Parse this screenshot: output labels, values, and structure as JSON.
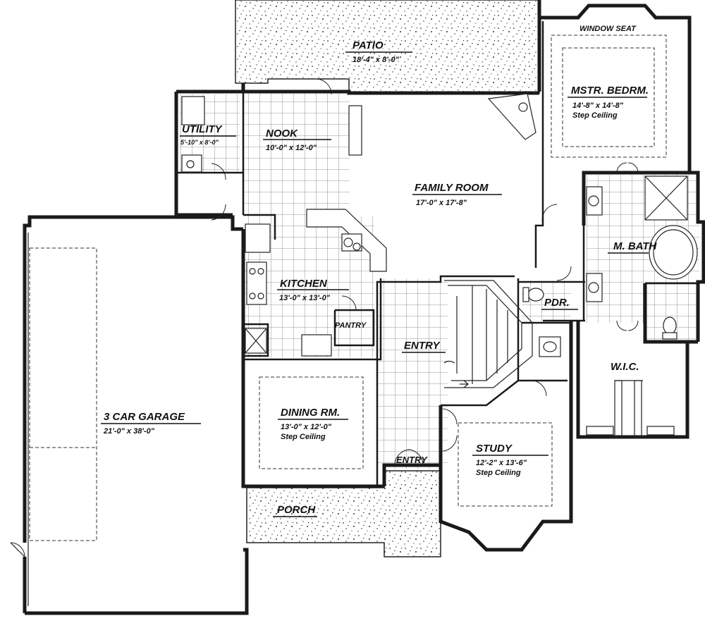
{
  "rooms": {
    "patio": {
      "name": "PATIO",
      "size": "18'-4\" x 8'-0\""
    },
    "mstr_bedrm": {
      "name": "MSTR. BEDRM.",
      "size": "14'-8\" x 14'-8\"",
      "note": "Step Ceiling"
    },
    "window_seat": {
      "name": "WINDOW SEAT"
    },
    "utility": {
      "name": "UTILITY",
      "size": "5'-10\" x 8'-0\""
    },
    "nook": {
      "name": "NOOK",
      "size": "10'-0\" x 12'-0\""
    },
    "family_room": {
      "name": "FAMILY ROOM",
      "size": "17'-0\" x 17'-8\""
    },
    "m_bath": {
      "name": "M. BATH"
    },
    "kitchen": {
      "name": "KITCHEN",
      "size": "13'-0\" x 13'-0\""
    },
    "pdr": {
      "name": "PDR."
    },
    "pantry": {
      "name": "PANTRY"
    },
    "entry_top": {
      "name": "ENTRY"
    },
    "wic": {
      "name": "W.I.C."
    },
    "garage": {
      "name": "3 CAR GARAGE",
      "size": "21'-0\" x 38'-0\""
    },
    "dining": {
      "name": "DINING RM.",
      "size": "13'-0\" x 12'-0\"",
      "note": "Step Ceiling"
    },
    "study": {
      "name": "STUDY",
      "size": "12'-2\" x 13'-6\"",
      "note": "Step Ceiling"
    },
    "entry_bottom": {
      "name": "ENTRY"
    },
    "porch": {
      "name": "PORCH"
    }
  }
}
